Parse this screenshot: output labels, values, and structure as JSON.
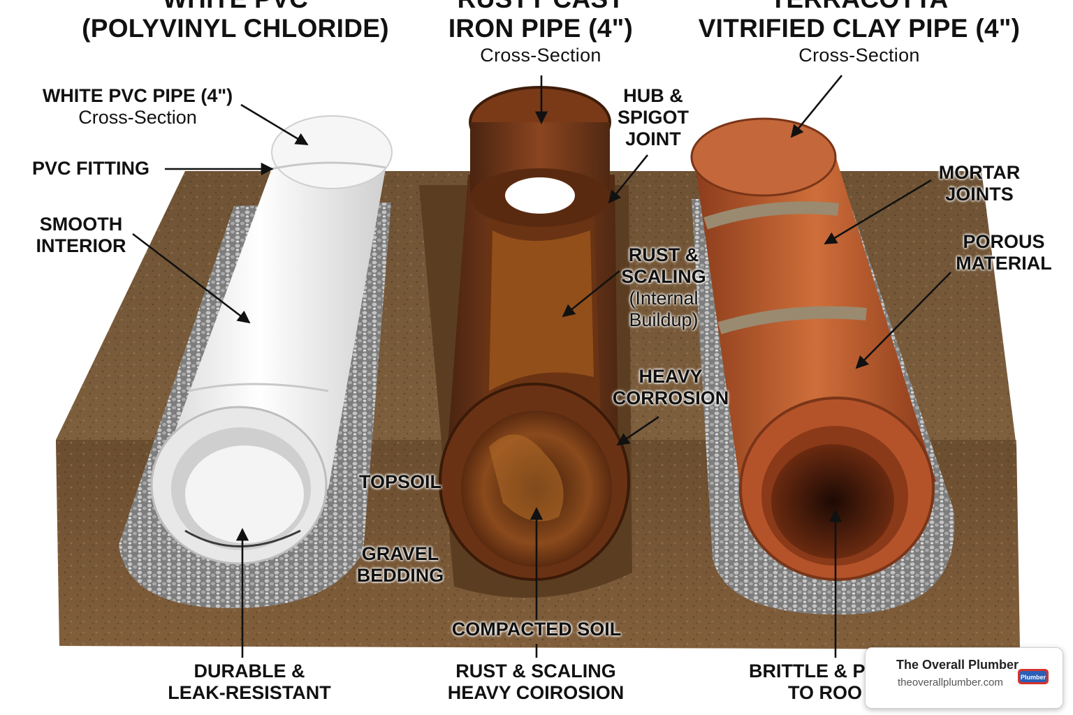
{
  "headings": {
    "pvc": [
      "WHITE PVC",
      "(POLYVINYL CHLORIDE)"
    ],
    "cast_iron": [
      "RUSTY CAST",
      "IRON PIPE (4\")"
    ],
    "cast_iron_sub": "Cross-Section",
    "clay": [
      "TERRACOTTA",
      "VITRIFIED CLAY PIPE (4\")"
    ],
    "clay_sub": "Cross-Section"
  },
  "labels": {
    "pvc_pipe": "WHITE PVC PIPE (4\")",
    "pvc_pipe_sub": "Cross-Section",
    "pvc_fitting": "PVC FITTING",
    "smooth_interior": [
      "SMOOTH",
      "INTERIOR"
    ],
    "hub_spigot": [
      "HUB &",
      "SPIGOT",
      "JOINT"
    ],
    "rust_scaling": [
      "RUST &",
      "SCALING"
    ],
    "internal_buildup": [
      "(Internal",
      "Buildup)"
    ],
    "heavy_corrosion": [
      "HEAVY",
      "CORROSION"
    ],
    "mortar_joints": [
      "MORTAR",
      "JOINTS"
    ],
    "porous_material": [
      "POROUS",
      "MATERIAL"
    ],
    "topsoil": "TOPSOIL",
    "gravel_bedding": [
      "GRAVEL",
      "BEDDING"
    ],
    "compacted_soil": "COMPACTED SOIL",
    "pvc_bottom": [
      "DURABLE &",
      "LEAK-RESISTANT"
    ],
    "iron_bottom": [
      "RUST & SCALING",
      "HEAVY COIROSION"
    ],
    "clay_bottom": [
      "BRITTLE & P",
      "TO ROO"
    ]
  },
  "brand": {
    "name": "The Overall Plumber",
    "url": "theoverallplumber.com",
    "logo_text": "Plumber"
  },
  "colors": {
    "soil": "#7a5a3a",
    "pvc": "#f2f2f2",
    "rust": "#7a3a18",
    "terracotta": "#b5582c",
    "gravel": "#9a9a9a"
  }
}
